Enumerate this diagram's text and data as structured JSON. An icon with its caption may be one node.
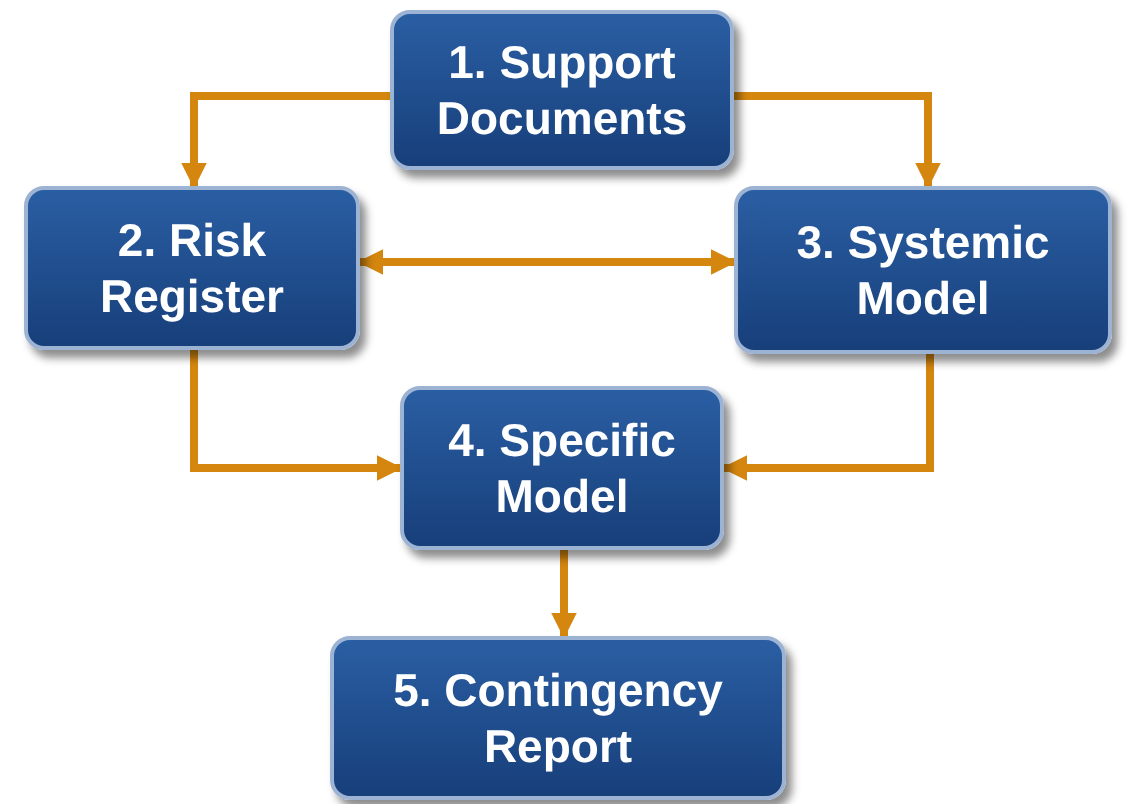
{
  "diagram": {
    "nodes": [
      {
        "text": [
          "1. Support Documents"
        ]
      },
      {
        "text": [
          "2. Risk Register"
        ]
      },
      {
        "text": [
          "3. Systemic Model"
        ]
      },
      {
        "text": [
          "4. Specific Model"
        ]
      },
      {
        "text": [
          "5. Contingency Report"
        ]
      }
    ],
    "edges": [
      {
        "from": 0,
        "to": 1,
        "arrow": "to"
      },
      {
        "from": 0,
        "to": 2,
        "arrow": "to"
      },
      {
        "from": 1,
        "to": 2,
        "arrow": "both"
      },
      {
        "from": 1,
        "to": 3,
        "arrow": "to"
      },
      {
        "from": 2,
        "to": 3,
        "arrow": "to"
      },
      {
        "from": 3,
        "to": 4,
        "arrow": "to"
      }
    ]
  }
}
